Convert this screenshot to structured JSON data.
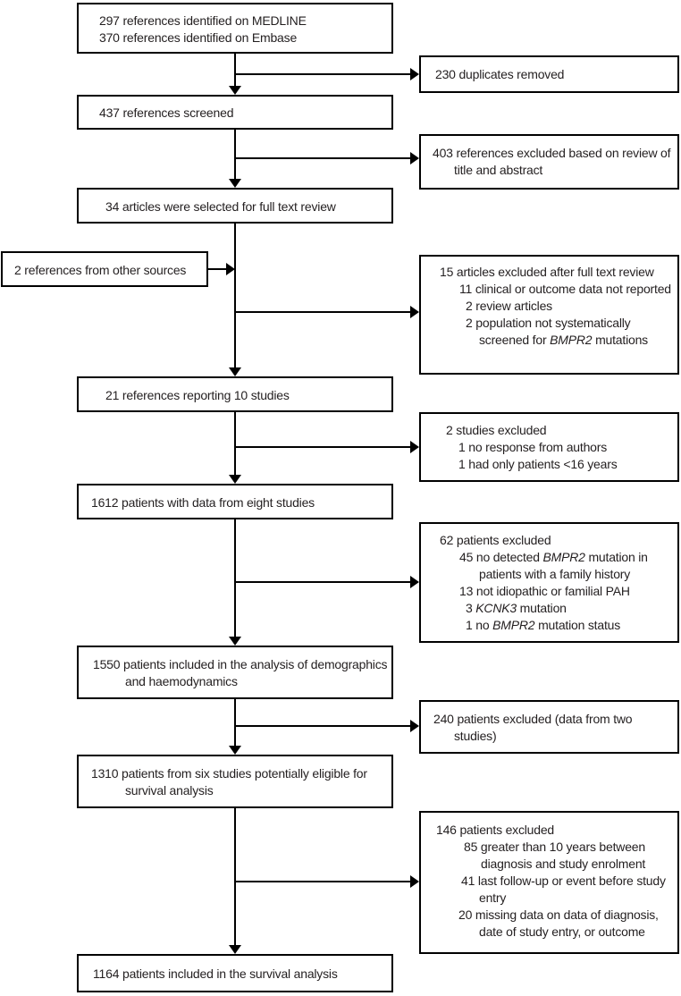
{
  "figure": {
    "type": "study-selection-flow-diagram",
    "colors": {
      "background": "#ffffff",
      "box_border": "#000000",
      "text": "#231f20",
      "line": "#000000"
    }
  },
  "boxes": {
    "identified": {
      "lines": [
        {
          "pad": 23,
          "hang": 0,
          "text": "297 references identified on MEDLINE"
        },
        {
          "pad": 23,
          "hang": 0,
          "text": "370 references identified on Embase"
        }
      ]
    },
    "duplicates_removed": {
      "lines": [
        {
          "pad": 16,
          "hang": 0,
          "text": "230 duplicates removed"
        }
      ]
    },
    "screened": {
      "lines": [
        {
          "pad": 23,
          "hang": 0,
          "text": "437 references screened"
        }
      ]
    },
    "excluded_title_abstract": {
      "lines": [
        {
          "pad": 13,
          "hang": 24,
          "text": "403 references excluded based on review of title and abstract"
        }
      ]
    },
    "fulltext_review": {
      "lines": [
        {
          "pad": 30,
          "hang": 0,
          "text": "34 articles were selected for full text review"
        }
      ]
    },
    "other_sources": {
      "lines": [
        {
          "pad": 13,
          "hang": 0,
          "text": "2 references from other sources"
        }
      ]
    },
    "excluded_fulltext": {
      "lines": [
        {
          "pad": 21,
          "hang": 0,
          "text": "15 articles excluded after full text review"
        },
        {
          "pad": 43,
          "hang": 22,
          "text": "11 clinical or outcome data not reported"
        },
        {
          "pad": 50,
          "hang": 15,
          "text": "2 review articles"
        },
        {
          "pad": 50,
          "hang": 15,
          "text": "2 population not systematically screened for *BMPR2* mutations"
        }
      ]
    },
    "references_reporting": {
      "lines": [
        {
          "pad": 30,
          "hang": 0,
          "text": "21 references reporting 10 studies"
        }
      ]
    },
    "studies_excluded": {
      "lines": [
        {
          "pad": 28,
          "hang": 0,
          "text": "2 studies excluded"
        },
        {
          "pad": 42,
          "hang": 15,
          "text": "1 no response from authors"
        },
        {
          "pad": 42,
          "hang": 15,
          "text": "1 had only patients <16 years"
        }
      ]
    },
    "patients_eight_studies": {
      "lines": [
        {
          "pad": 14,
          "hang": 0,
          "text": "1612 patients with data from eight studies"
        }
      ]
    },
    "patients_excluded_62": {
      "lines": [
        {
          "pad": 21,
          "hang": 0,
          "text": "62 patients excluded"
        },
        {
          "pad": 43,
          "hang": 22,
          "text": "45 no detected *BMPR2* mutation in patients with a family history"
        },
        {
          "pad": 43,
          "hang": 22,
          "text": "13 not idiopathic or familial PAH"
        },
        {
          "pad": 50,
          "hang": 15,
          "text": "3 *KCNK3* mutation"
        },
        {
          "pad": 50,
          "hang": 15,
          "text": "1 no *BMPR2* mutation status"
        }
      ]
    },
    "analysis_demographics": {
      "lines": [
        {
          "pad": 16,
          "hang": 36,
          "text": "1550 patients included in the analysis of demographics and haemodynamics"
        }
      ]
    },
    "patients_excluded_240": {
      "lines": [
        {
          "pad": 14,
          "hang": 23,
          "text": "240 patients excluded (data from two studies)"
        }
      ]
    },
    "eligible_survival": {
      "lines": [
        {
          "pad": 14,
          "hang": 38,
          "text": "1310 patients from six studies potentially eligible for survival analysis"
        }
      ]
    },
    "patients_excluded_146": {
      "lines": [
        {
          "pad": 17,
          "hang": 0,
          "text": "146 patients excluded"
        },
        {
          "pad": 48,
          "hang": 19,
          "text": "85 greater than 10 years between diagnosis and study enrolment"
        },
        {
          "pad": 45,
          "hang": 20,
          "text": "41 last follow-up or event before study entry"
        },
        {
          "pad": 42,
          "hang": 23,
          "text": "20 missing data on data of diagnosis, date of study entry, or outcome"
        }
      ]
    },
    "survival_analysis": {
      "lines": [
        {
          "pad": 16,
          "hang": 0,
          "text": "1164 patients included in the survival analysis"
        }
      ]
    }
  }
}
